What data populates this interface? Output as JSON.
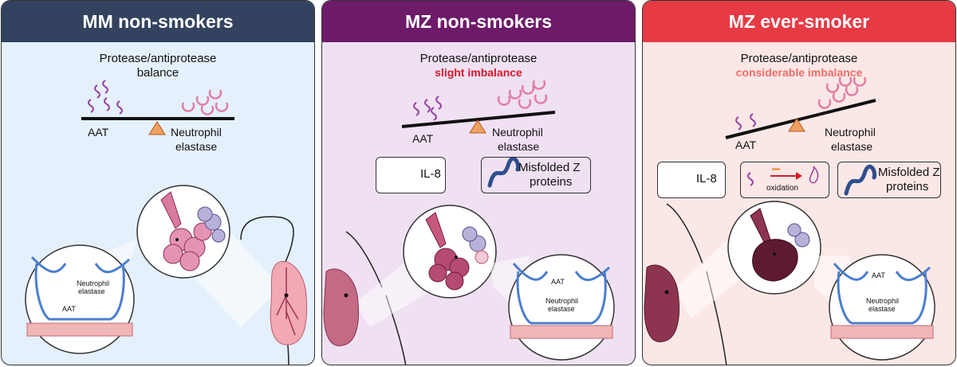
{
  "panels": [
    {
      "title": "MM non-smokers",
      "balance_title": "Protease/antiprotease",
      "balance_sub": "balance",
      "aat_label": "AAT",
      "ne_label_1": "Neutrophil",
      "ne_label_2": "elastase",
      "inset_ne_1": "Neutrophil",
      "inset_ne_2": "elastase",
      "inset_aat": "AAT"
    },
    {
      "title": "MZ non-smokers",
      "balance_title": "Protease/antiprotease",
      "balance_sub": "slight imbalance",
      "aat_label": "AAT",
      "ne_label_1": "Neutrophil",
      "ne_label_2": "elastase",
      "il8_label": "IL-8",
      "misfolded_1": "Misfolded Z",
      "misfolded_2": "proteins",
      "inset_aat": "AAT",
      "inset_ne_1": "Neutrophil",
      "inset_ne_2": "elastase"
    },
    {
      "title": "MZ ever-smoker",
      "balance_title": "Protease/antiprotease",
      "balance_sub": "considerable imbalance",
      "aat_label": "AAT",
      "ne_label_1": "Neutrophil",
      "ne_label_2": "elastase",
      "il8_label": "IL-8",
      "oxidation_label": "oxidation",
      "misfolded_1": "Misfolded Z",
      "misfolded_2": "proteins",
      "inset_aat": "AAT",
      "inset_ne_1": "Neutrophil",
      "inset_ne_2": "elastase"
    }
  ],
  "colors": {
    "aat": "#9b3fa0",
    "elastase": "#e27fa6",
    "fulcrum": "#f0a060",
    "il8_diamond": "#4a9a3a",
    "up_arrow": "#d7192a",
    "misfolded": "#2d4e8c",
    "vessel": "#f1b6b6"
  }
}
